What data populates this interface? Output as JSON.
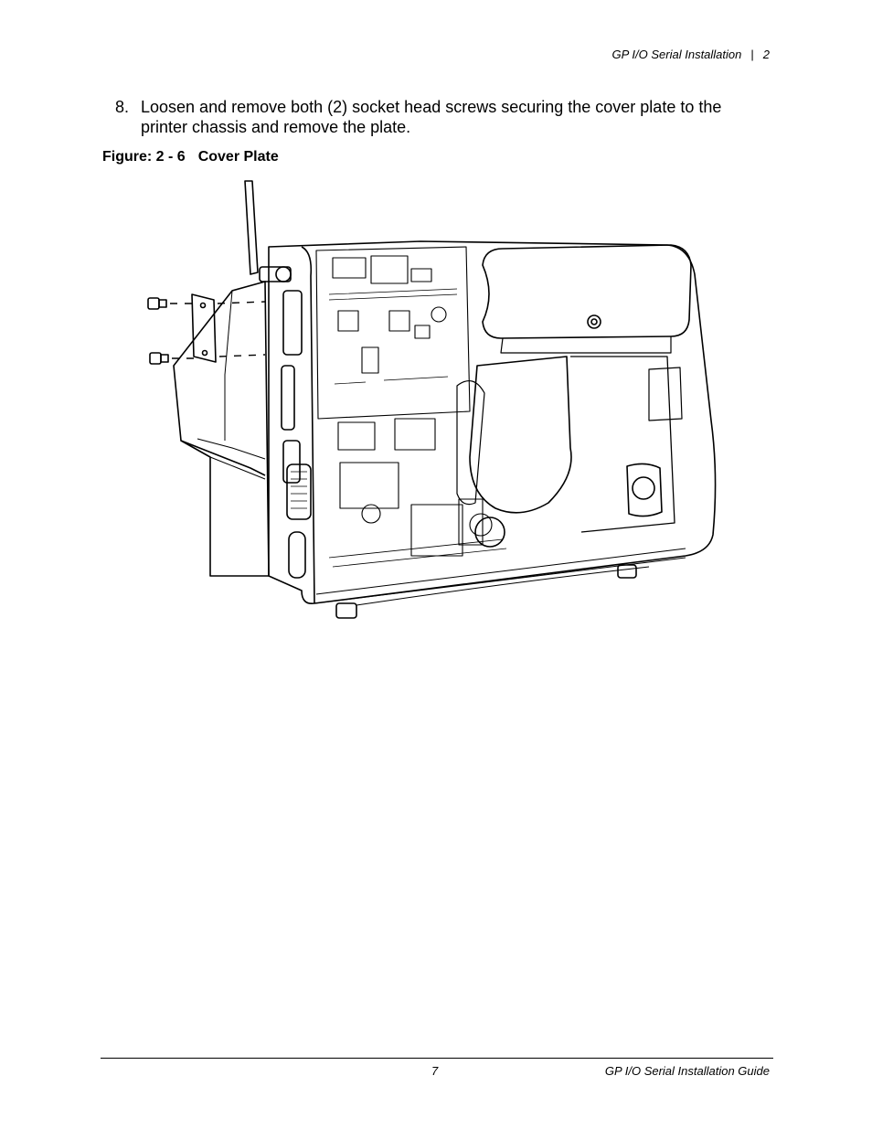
{
  "header": {
    "section_title": "GP I/O Serial Installation",
    "separator": "|",
    "chapter": "2"
  },
  "step": {
    "number": "8.",
    "text": "Loosen and remove both (2) socket head screws securing the cover plate to the printer chassis and remove the plate."
  },
  "figure": {
    "label": "Figure: 2 - 6",
    "title": "Cover Plate"
  },
  "footer": {
    "page_number": "7",
    "guide_title": "GP I/O Serial Installation Guide"
  }
}
